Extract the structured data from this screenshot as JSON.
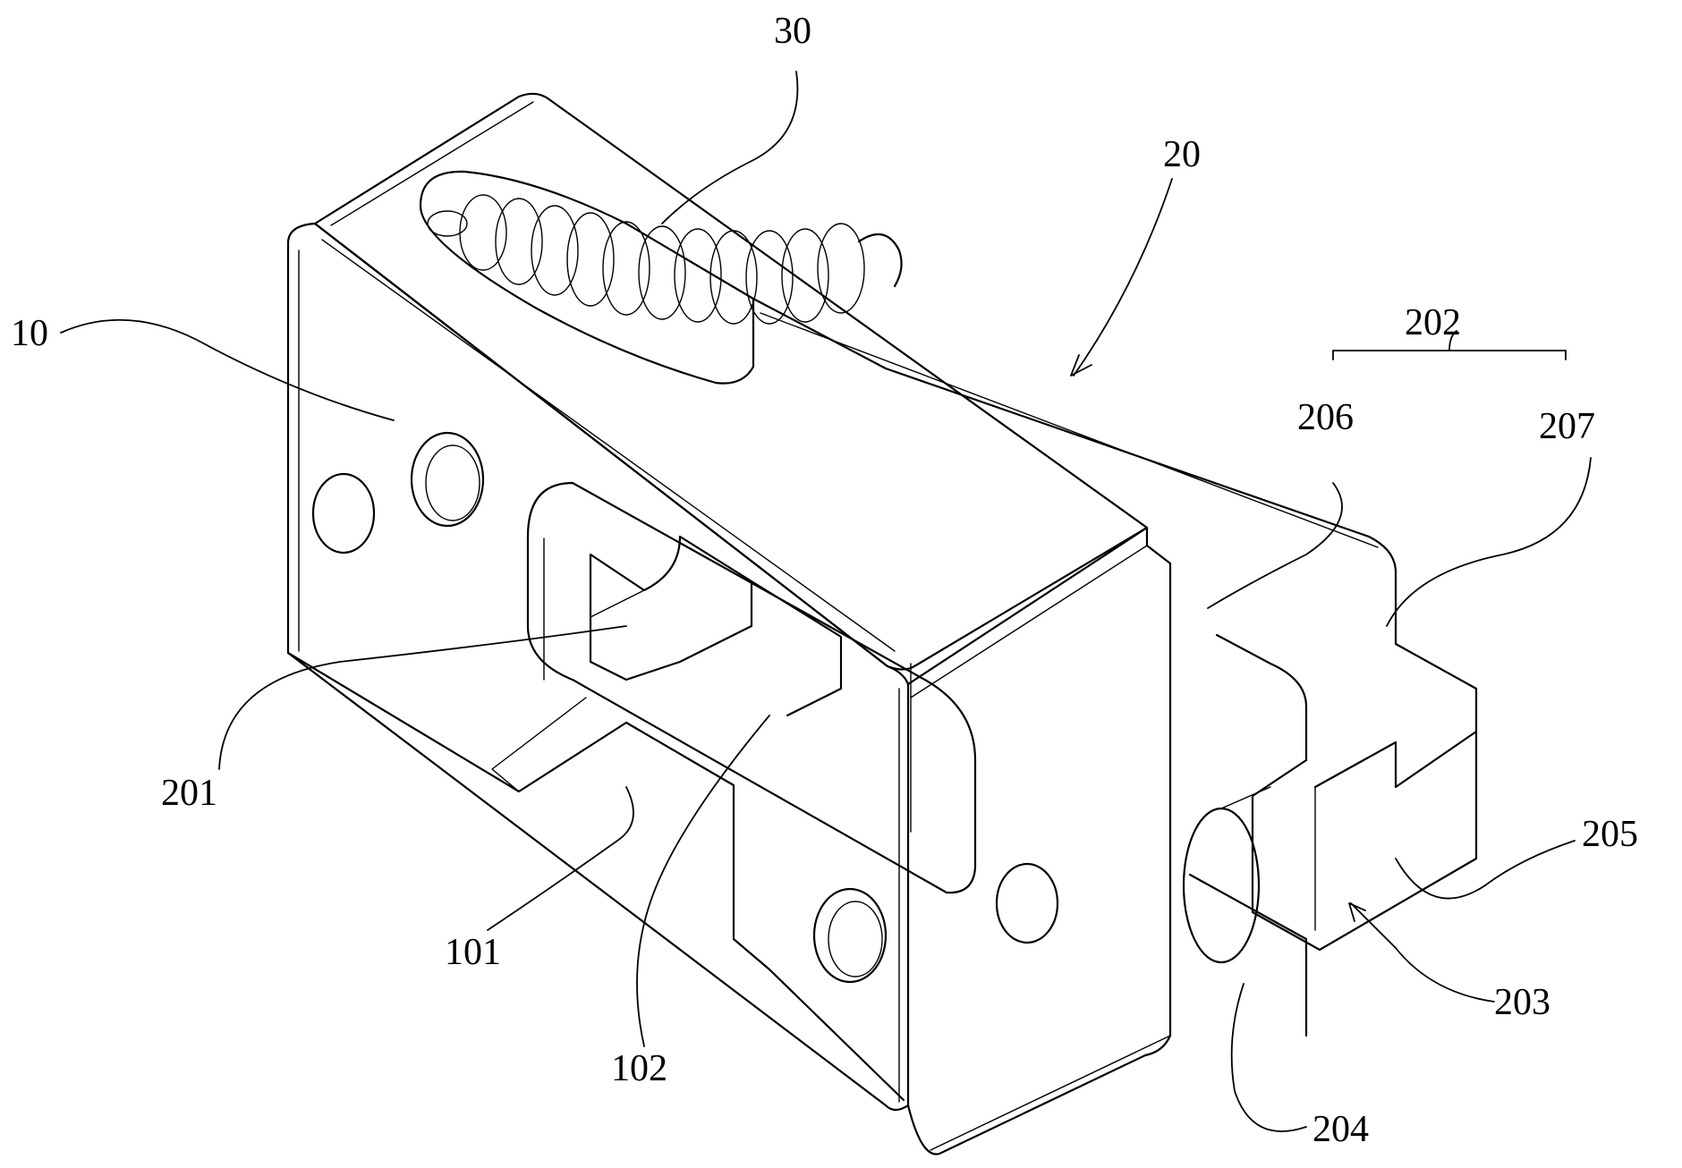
{
  "labels": {
    "l10": "10",
    "l20": "20",
    "l30": "30",
    "l101": "101",
    "l102": "102",
    "l201": "201",
    "l202": "202",
    "l203": "203",
    "l204": "204",
    "l205": "205",
    "l206": "206",
    "l207": "207"
  }
}
